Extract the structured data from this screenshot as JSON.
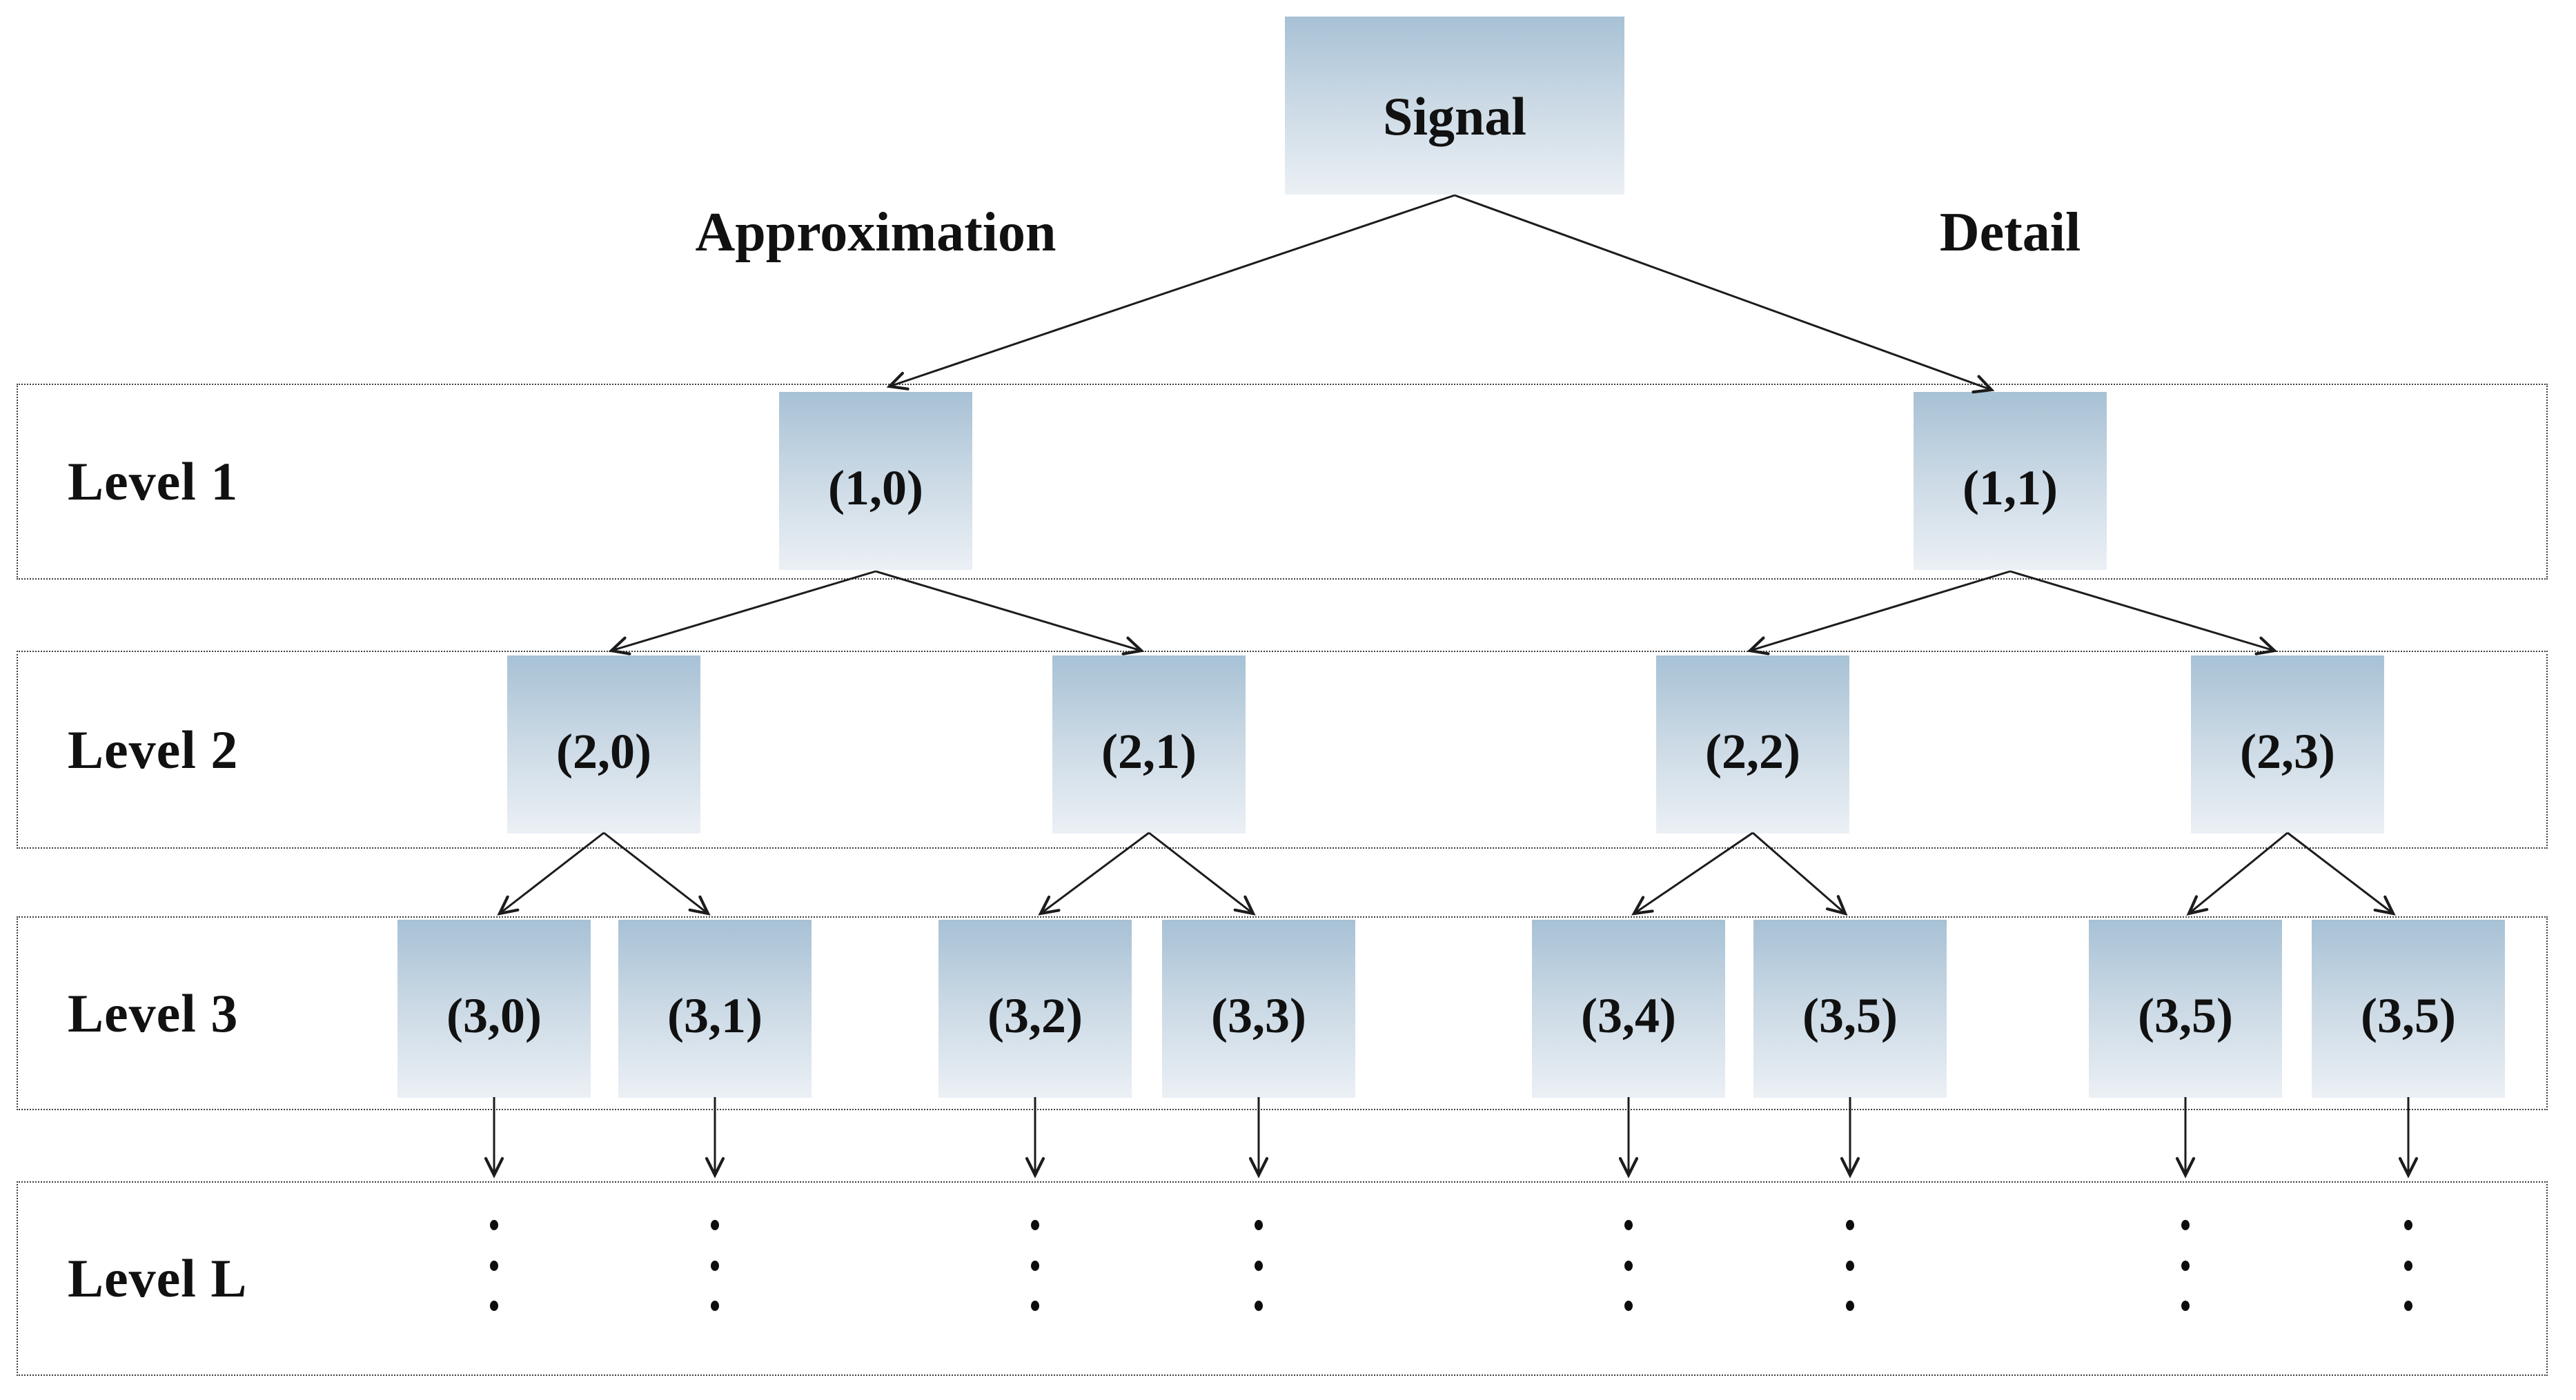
{
  "diagram": {
    "root_label": "Signal",
    "branch_left_label": "Approximation",
    "branch_right_label": "Detail",
    "levels": [
      {
        "label": "Level 1",
        "nodes": [
          "(1,0)",
          "(1,1)"
        ]
      },
      {
        "label": "Level 2",
        "nodes": [
          "(2,0)",
          "(2,1)",
          "(2,2)",
          "(2,3)"
        ]
      },
      {
        "label": "Level 3",
        "nodes": [
          "(3,0)",
          "(3,1)",
          "(3,2)",
          "(3,3)",
          "(3,4)",
          "(3,5)",
          "(3,5)",
          "(3,5)"
        ]
      },
      {
        "label": "Level L",
        "nodes": []
      }
    ],
    "continuation_icon": "vertical-ellipsis",
    "colors": {
      "node_gradient_top": "#a7c1d5",
      "node_gradient_mid": "#c9d8e4",
      "node_gradient_bottom": "#ebf0f5",
      "arrow": "#1c1c1c",
      "band_border": "#3d3d3d",
      "text": "#111111",
      "background": "#ffffff"
    }
  }
}
